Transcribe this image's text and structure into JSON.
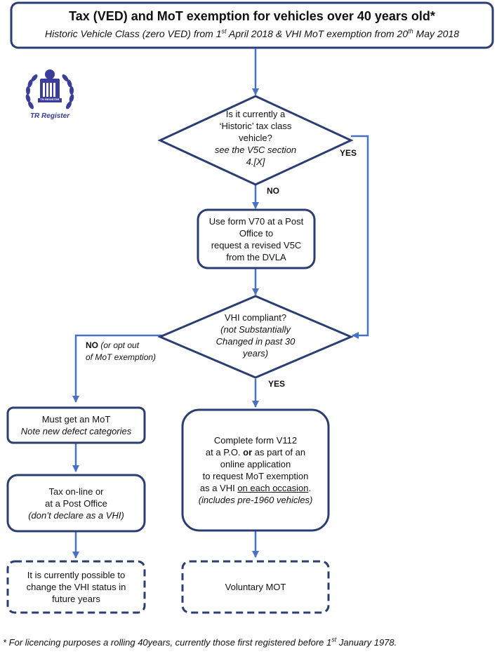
{
  "header": {
    "title": "Tax (VED) and MoT exemption for vehicles over 40 years old*",
    "subtitle_a": "Historic Vehicle Class (zero VED) from 1",
    "subtitle_sup1": "st",
    "subtitle_b": " April 2018 & VHI MoT exemption from 20",
    "subtitle_sup2": "th",
    "subtitle_c": " May 2018"
  },
  "logo": {
    "text": "TR Register",
    "emblem_text": "TR REGISTER",
    "icon": "laurel-crest-icon"
  },
  "nodes": {
    "historic": {
      "lines": [
        "Is it currently a",
        "‘Historic’ tax class",
        "vehicle?"
      ],
      "note_lines": [
        "see the V5C section",
        "4.[X]"
      ]
    },
    "v70": {
      "lines": [
        "Use form V70 at a Post",
        "Office to",
        "request a revised V5C",
        "from the DVLA"
      ]
    },
    "vhi": {
      "line": "VHI compliant?",
      "note_lines": [
        "(not Substantially",
        "Changed in past 30",
        "years)"
      ]
    },
    "mot": {
      "line": "Must get an MoT",
      "note": "Note new defect categories"
    },
    "tax": {
      "lines": [
        "Tax on-line or",
        "at a Post Office"
      ],
      "note": "(don’t declare as a VHI)"
    },
    "v112": {
      "line1": "Complete form V112",
      "line2_a": "at a P.O. ",
      "line2_b": "or",
      "line2_c": " as part of an",
      "line3": "online application",
      "line4": "to request MoT exemption",
      "line5_a": "as a VHI ",
      "line5_b": "on each occasion",
      "line5_c": ".",
      "note": "(includes pre-1960 vehicles)"
    },
    "possible": {
      "lines": [
        "It is currently possible to",
        "change the VHI status in",
        "future years"
      ]
    },
    "voluntary": {
      "line": "Voluntary MOT"
    }
  },
  "edges": {
    "no_historic": "NO",
    "yes_historic": "YES",
    "no_vhi": "NO",
    "no_vhi_note_lines": [
      " (or opt out",
      "of MoT exemption)"
    ],
    "yes_vhi": "YES"
  },
  "footnote": {
    "a": "* For licencing purposes a rolling 40years, currently those first registered before 1",
    "sup": "st",
    "b": " January 1978."
  },
  "colors": {
    "border": "#2b3e74",
    "arrow": "#4a72c4",
    "logo": "#3b3d9a"
  }
}
